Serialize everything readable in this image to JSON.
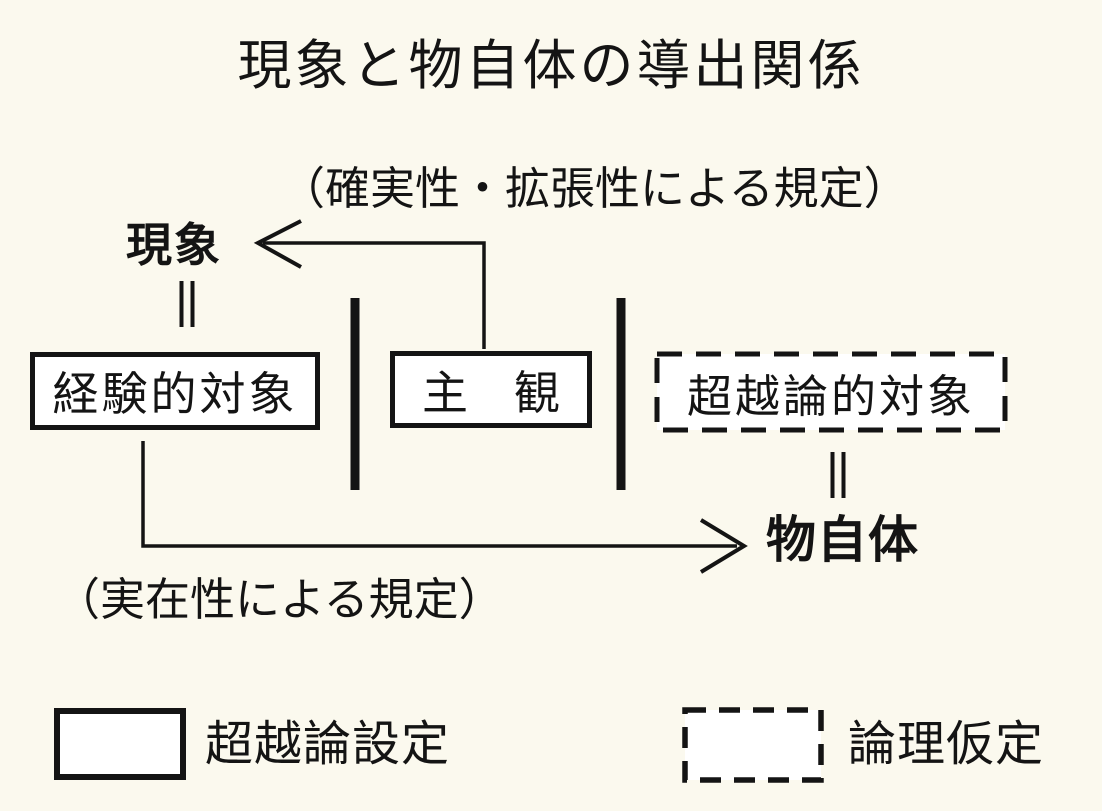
{
  "meta": {
    "background_color": "#fbf9ee",
    "ink_color": "#141414",
    "box_fill_color": "#ffffff"
  },
  "title": "現象と物自体の導出関係",
  "annotations": {
    "certainty": "（確実性・拡張性による規定）",
    "reality": "（実在性による規定）"
  },
  "nodes": {
    "phenomenon": "現象",
    "empirical_object": "経験的対象",
    "subject": "主　観",
    "transcendental_object": "超越論的対象",
    "thing_in_itself": "物自体"
  },
  "connectors": {
    "equals_links": [
      "現象=経験的対象",
      "超越論的対象=物自体"
    ],
    "arrow_top": "主観 → 現象",
    "arrow_bottom": "経験的対象 → 物自体"
  },
  "legend": {
    "solid_label": "超越論設定",
    "dashed_label": "論理仮定"
  }
}
